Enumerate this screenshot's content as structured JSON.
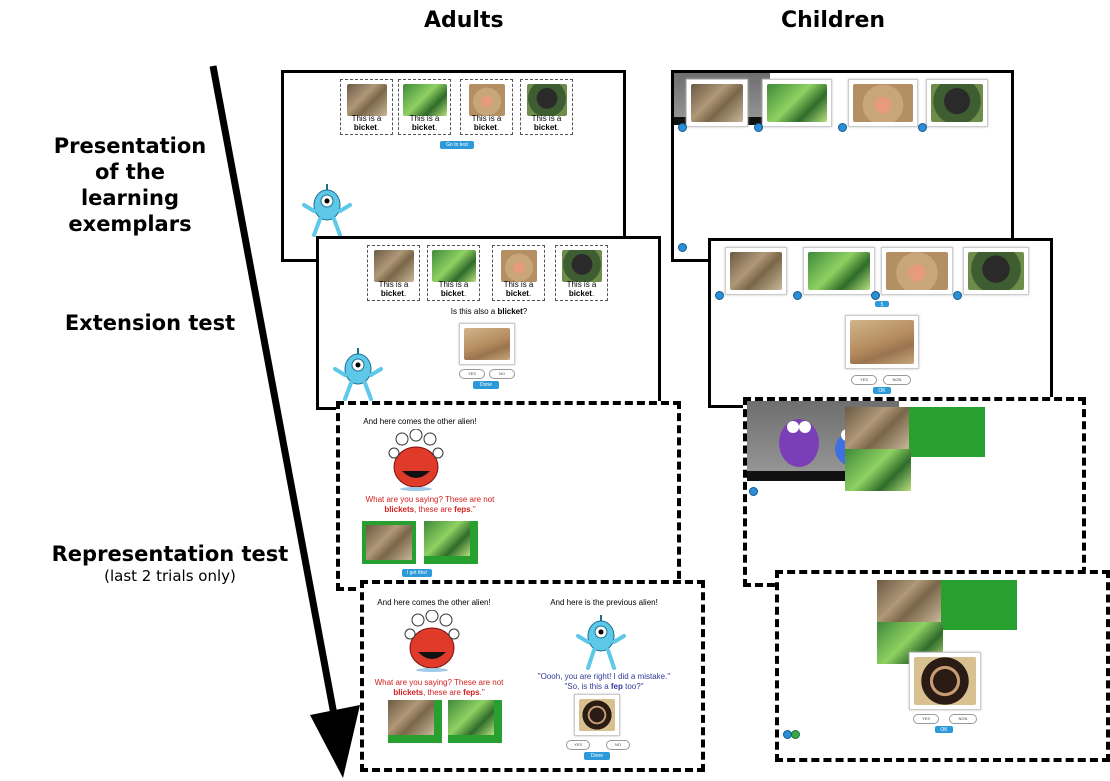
{
  "columns": {
    "adults": "Adults",
    "children": "Children"
  },
  "phases": {
    "presentation": [
      "Presentation",
      "of the",
      "learning exemplars"
    ],
    "extension": "Extension test",
    "representation": "Representation test",
    "representation_note": "(last 2 trials only)"
  },
  "adult_screens": {
    "caption_prefix": "This is a",
    "caption_word": "bicket",
    "caption_suffix": ".",
    "go_test_button": "Go to test",
    "question_prefix": "Is this also a",
    "question_word": "blicket",
    "question_suffix": "?",
    "yes": "YES",
    "no": "NO",
    "done": "Done",
    "other_alien": "And here comes the other alien!",
    "previous_alien": "And here is the previous alien!",
    "other_alien_line1": "What are you saying? These are not",
    "other_alien_word1": "blickets",
    "other_alien_mid": ", these are",
    "other_alien_word2": "feps",
    "other_alien_end": ".\"",
    "got_it": "I got this!",
    "prev_alien_line1": "\"Oooh, you are right! I did a mistake.\"",
    "prev_alien_line2_prefix": "\"So, is this a",
    "prev_alien_word": "fep",
    "prev_alien_line2_suffix": "too?\""
  },
  "child_screens": {
    "yes": "YES",
    "no": "NON",
    "ok": "OK",
    "next": "5"
  },
  "icons": {
    "arrow": "downward-arrow",
    "alien": "blue-alien-icon",
    "other_alien": "red-alien-icon"
  },
  "colors": {
    "accent": "#2c9ad8",
    "green_frame": "#27a02f",
    "red_text": "#d32020",
    "blue_text": "#333a98"
  }
}
